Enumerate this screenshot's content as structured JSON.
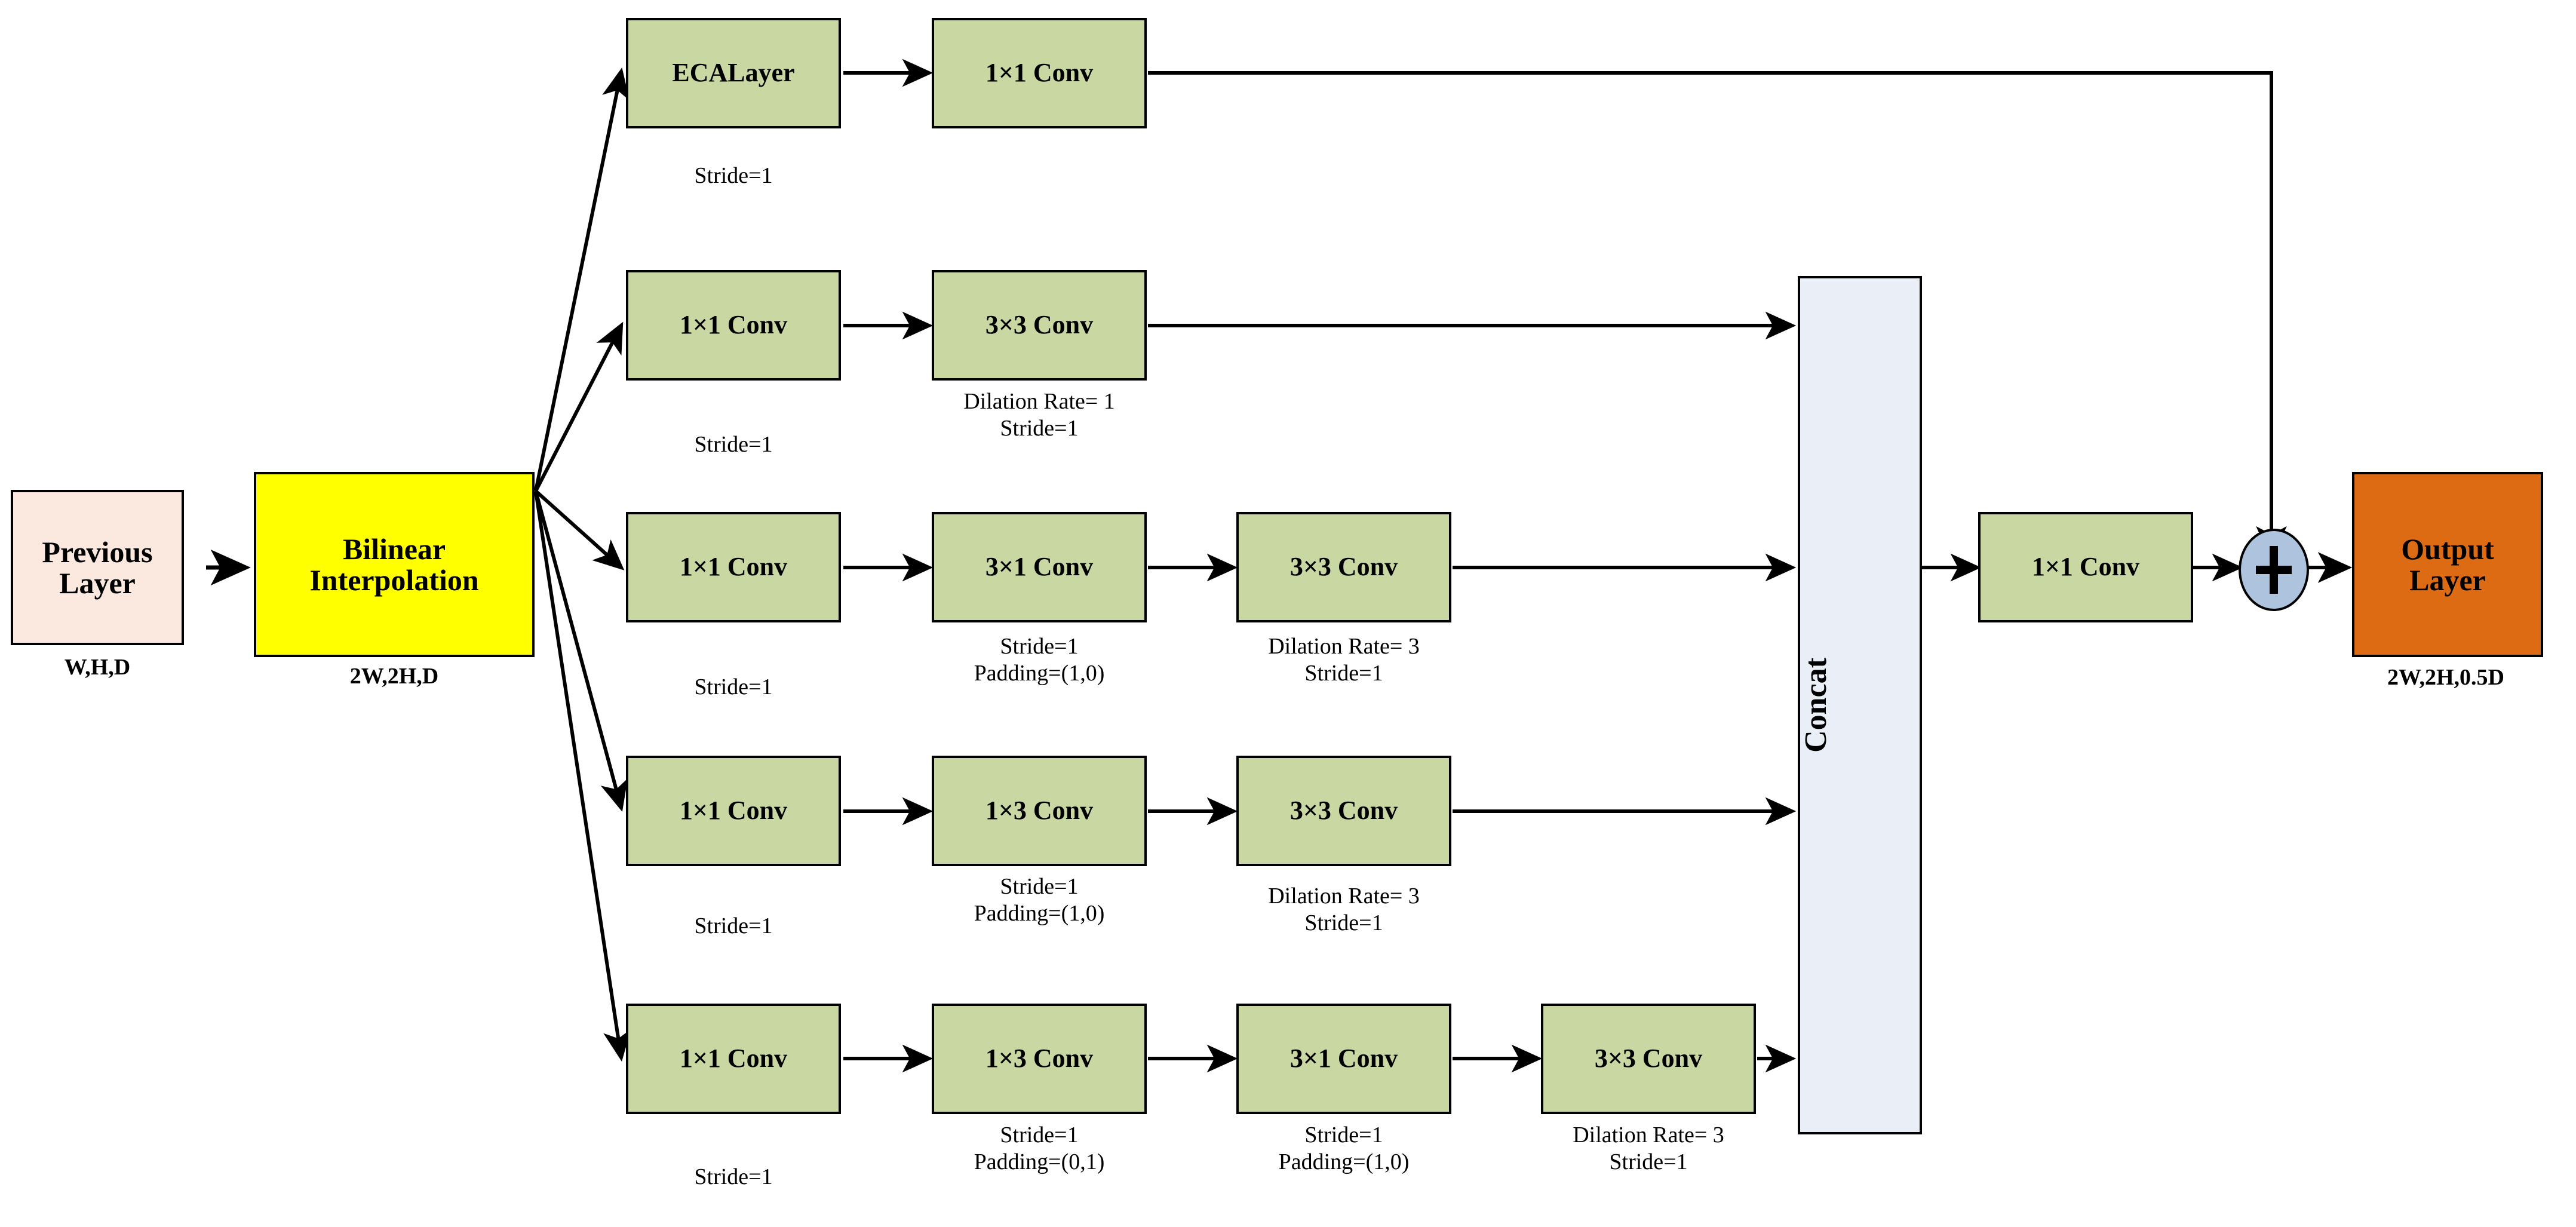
{
  "diagram": {
    "title": "Multi-branch dilated convolution decoder block",
    "colors": {
      "conv_green": "#c9d7a2",
      "bilinear_yellow": "#ffff00",
      "previous_peach": "#fbe8de",
      "output_orange": "#dd6b13",
      "concat_bluegray": "#eaeff7",
      "sum_bluegray": "#aec3de",
      "stroke": "#000000",
      "background": "#ffffff"
    },
    "input": {
      "label": "Previous\nLayer",
      "label_line1": "Previous",
      "label_line2": "Layer",
      "dims": "W,H,D"
    },
    "upsample": {
      "label_line1": "Bilinear",
      "label_line2": "Interpolation",
      "dims": "2W,2H,D"
    },
    "merge": {
      "concat_label": "Concat",
      "projection_label": "1×1 Conv",
      "sum_symbol": "+"
    },
    "output": {
      "label_line1": "Output",
      "label_line2": "Layer",
      "dims": "2W,2H,0.5D"
    },
    "branches": [
      {
        "id": "branch-1",
        "blocks": [
          {
            "label": "ECALayer",
            "caption": "Stride=1"
          },
          {
            "label": "1×1 Conv",
            "caption": ""
          }
        ]
      },
      {
        "id": "branch-2",
        "blocks": [
          {
            "label": "1×1 Conv",
            "caption": "Stride=1"
          },
          {
            "label": "3×3 Conv",
            "caption": "Dilation Rate= 1\nStride=1"
          }
        ]
      },
      {
        "id": "branch-3",
        "blocks": [
          {
            "label": "1×1 Conv",
            "caption": "Stride=1"
          },
          {
            "label": "3×1 Conv",
            "caption": "Stride=1\nPadding=(1,0)"
          },
          {
            "label": "3×3 Conv",
            "caption": "Dilation Rate= 3\nStride=1"
          }
        ]
      },
      {
        "id": "branch-4",
        "blocks": [
          {
            "label": "1×1 Conv",
            "caption": "Stride=1"
          },
          {
            "label": "1×3 Conv",
            "caption": "Stride=1\nPadding=(1,0)"
          },
          {
            "label": "3×3 Conv",
            "caption": "Dilation Rate= 3\nStride=1"
          }
        ]
      },
      {
        "id": "branch-5",
        "blocks": [
          {
            "label": "1×1 Conv",
            "caption": "Stride=1"
          },
          {
            "label": "1×3 Conv",
            "caption": "Stride=1\nPadding=(0,1)"
          },
          {
            "label": "3×1 Conv",
            "caption": "Stride=1\nPadding=(1,0)"
          },
          {
            "label": "3×3 Conv",
            "caption": "Dilation Rate= 3\nStride=1"
          }
        ]
      }
    ],
    "captions": {
      "b1_eca": "Stride=1",
      "b2_c1": "Stride=1",
      "b2_c2_l1": "Dilation Rate= 1",
      "b2_c2_l2": "Stride=1",
      "b3_c1": "Stride=1",
      "b3_c2_l1": "Stride=1",
      "b3_c2_l2": "Padding=(1,0)",
      "b3_c3_l1": "Dilation Rate= 3",
      "b3_c3_l2": "Stride=1",
      "b4_c1": "Stride=1",
      "b4_c2_l1": "Stride=1",
      "b4_c2_l2": "Padding=(1,0)",
      "b4_c3_l1": "Dilation Rate= 3",
      "b4_c3_l2": "Stride=1",
      "b5_c1": "Stride=1",
      "b5_c2_l1": "Stride=1",
      "b5_c2_l2": "Padding=(0,1)",
      "b5_c3_l1": "Stride=1",
      "b5_c3_l2": "Padding=(1,0)",
      "b5_c4_l1": "Dilation Rate= 3",
      "b5_c4_l2": "Stride=1"
    }
  }
}
